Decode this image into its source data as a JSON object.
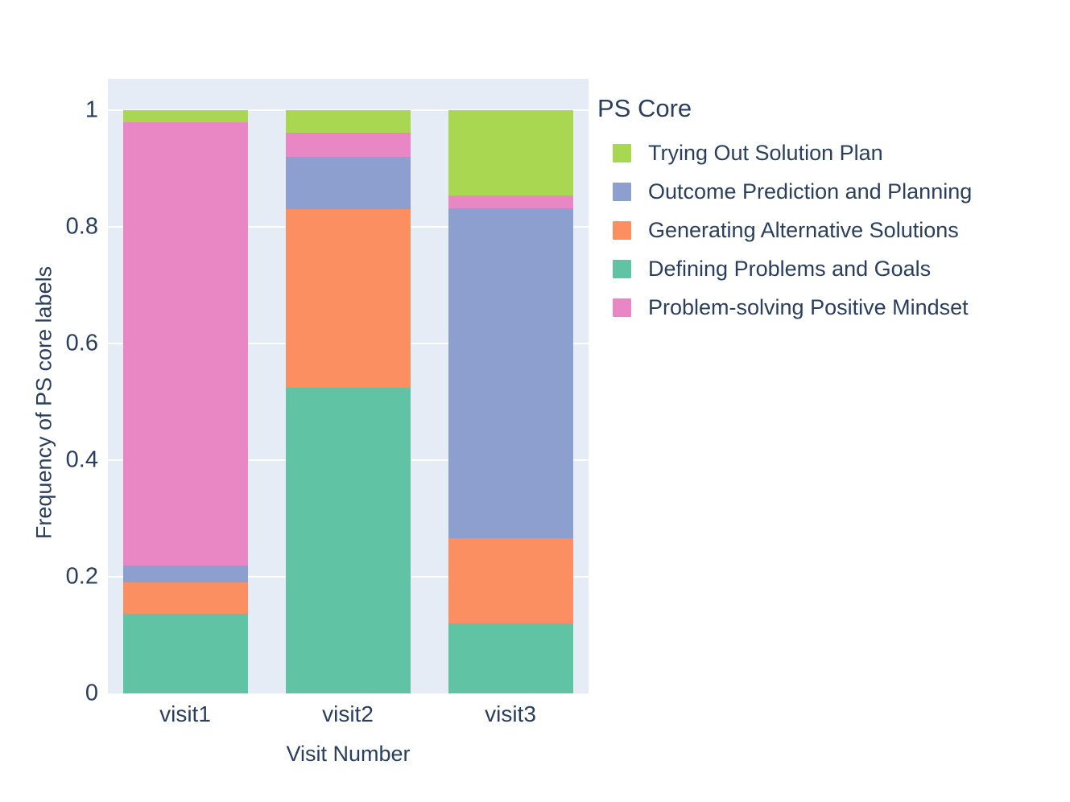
{
  "chart_data": {
    "type": "bar",
    "barmode": "stacked",
    "title": "",
    "xlabel": "Visit Number",
    "ylabel": "Frequency of PS core labels",
    "categories": [
      "visit1",
      "visit2",
      "visit3"
    ],
    "xtick_labels": [
      "visit1",
      "visit2",
      "visit3"
    ],
    "ytick_labels": [
      "0",
      "0.2",
      "0.4",
      "0.6",
      "0.8",
      "1"
    ],
    "ytick_values": [
      0,
      0.2,
      0.4,
      0.6,
      0.8,
      1
    ],
    "ylim": [
      0,
      1
    ],
    "grid": true,
    "legend_position": "right",
    "legend_title": "PS Core",
    "plot_background": "#e5ecf6",
    "paper_background": "#ffffff",
    "text_color": "#2a3f5f",
    "stack_order_bottom_to_top": [
      "Defining Problems and Goals",
      "Generating Alternative Solutions",
      "Outcome Prediction and Planning",
      "Problem-solving Positive Mindset",
      "Trying Out Solution Plan"
    ],
    "series": [
      {
        "name": "Trying Out Solution Plan",
        "color": "#a9d751",
        "values": [
          0.021,
          0.039,
          0.146
        ]
      },
      {
        "name": "Outcome Prediction and Planning",
        "color": "#8c9fce",
        "values": [
          0.028,
          0.09,
          0.566
        ]
      },
      {
        "name": "Generating Alternative Solutions",
        "color": "#fb8f62",
        "values": [
          0.054,
          0.306,
          0.146
        ]
      },
      {
        "name": "Defining Problems and Goals",
        "color": "#5fc3a4",
        "values": [
          0.137,
          0.524,
          0.12
        ]
      },
      {
        "name": "Problem-solving Positive Mindset",
        "color": "#e986c4",
        "values": [
          0.76,
          0.041,
          0.022
        ]
      }
    ]
  },
  "legend": {
    "title": "PS Core",
    "items": [
      {
        "label": "Trying Out Solution Plan",
        "color": "#a9d751"
      },
      {
        "label": "Outcome Prediction and Planning",
        "color": "#8c9fce"
      },
      {
        "label": "Generating Alternative Solutions",
        "color": "#fb8f62"
      },
      {
        "label": "Defining Problems and Goals",
        "color": "#5fc3a4"
      },
      {
        "label": "Problem-solving Positive Mindset",
        "color": "#e986c4"
      }
    ]
  },
  "axes": {
    "xlabel": "Visit Number",
    "ylabel": "Frequency of PS core labels"
  }
}
